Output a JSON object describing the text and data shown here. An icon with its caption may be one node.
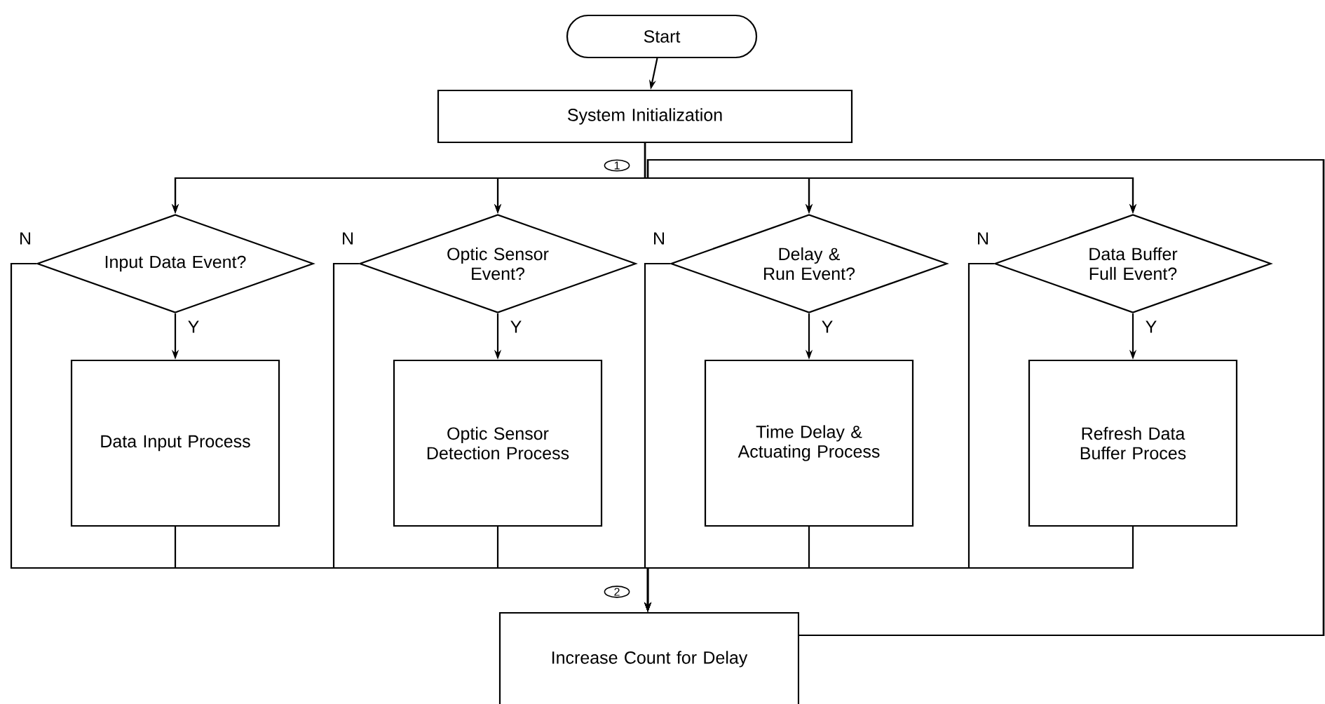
{
  "diagram": {
    "nodes": [
      {
        "text": [
          "Start"
        ]
      },
      {
        "text": [
          "System Initialization"
        ]
      },
      {
        "text": [
          "Input Data Event?"
        ]
      },
      {
        "text": [
          "Optic Sensor Event?"
        ]
      },
      {
        "text": [
          "Delay & Run Event?"
        ]
      },
      {
        "text": [
          "Data Buffer Full Event?"
        ]
      },
      {
        "text": [
          "Data Input Process"
        ]
      },
      {
        "text": [
          "Optic Sensor Detection Process"
        ]
      },
      {
        "text": [
          "Time Delay & Actuating Process"
        ]
      },
      {
        "text": [
          "Refresh Data Buffer Proces"
        ]
      },
      {
        "text": [
          "Increase Count for Delay"
        ]
      }
    ],
    "edges": [
      {
        "from": 0,
        "to": 1,
        "arrow": "to"
      },
      {
        "from": 1,
        "to": 2,
        "arrow": "to"
      },
      {
        "from": 1,
        "to": 3,
        "arrow": "to"
      },
      {
        "from": 1,
        "to": 4,
        "arrow": "to"
      },
      {
        "from": 1,
        "to": 5,
        "arrow": "to"
      },
      {
        "from": 2,
        "to": 6,
        "arrow": "to",
        "label": "Y"
      },
      {
        "from": 3,
        "to": 7,
        "arrow": "to",
        "label": "Y"
      },
      {
        "from": 4,
        "to": 8,
        "arrow": "to",
        "label": "Y"
      },
      {
        "from": 5,
        "to": 9,
        "arrow": "to",
        "label": "Y"
      },
      {
        "from": 2,
        "to": 10,
        "arrow": "to",
        "label": "N"
      },
      {
        "from": 3,
        "to": 10,
        "arrow": "to",
        "label": "N"
      },
      {
        "from": 4,
        "to": 10,
        "arrow": "to",
        "label": "N"
      },
      {
        "from": 5,
        "to": 10,
        "arrow": "to",
        "label": "N"
      },
      {
        "from": 6,
        "to": 10,
        "arrow": "to"
      },
      {
        "from": 7,
        "to": 10,
        "arrow": "to"
      },
      {
        "from": 8,
        "to": 10,
        "arrow": "to"
      },
      {
        "from": 9,
        "to": 10,
        "arrow": "to"
      },
      {
        "from": 10,
        "to": 2,
        "arrow": "to"
      },
      {
        "from": 10,
        "to": 3,
        "arrow": "to"
      },
      {
        "from": 10,
        "to": 4,
        "arrow": "to"
      },
      {
        "from": 10,
        "to": 5,
        "arrow": "to"
      }
    ],
    "labels": [
      "1",
      "2"
    ]
  }
}
